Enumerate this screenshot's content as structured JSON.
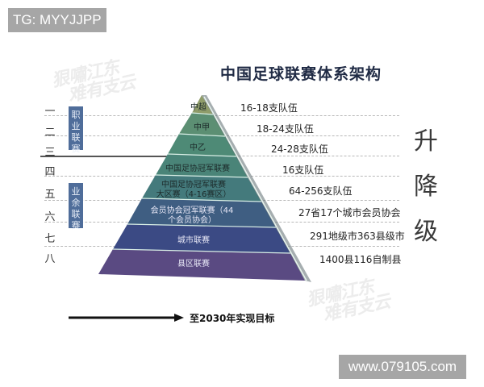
{
  "corner_tags": {
    "top_left": "TG: MYYJJPP",
    "bottom_right": "www.079105.com"
  },
  "watermark": {
    "line1": "狠嘯江东",
    "line2": "难有支云"
  },
  "diagram": {
    "title": "中国足球联赛体系架构",
    "level_numbers": [
      "一",
      "二",
      "三",
      "四",
      "五",
      "六",
      "七",
      "八"
    ],
    "categories": [
      {
        "label": "职业联赛",
        "color": "#4f6d9a"
      },
      {
        "label": "业余联赛",
        "color": "#4f6d9a"
      }
    ],
    "tiers": [
      {
        "level": "一",
        "name": "中超",
        "teams": "16-18支队伍",
        "color": "#8f9c6a"
      },
      {
        "level": "二",
        "name": "中甲",
        "teams": "18-24支队伍",
        "color": "#5c8f73"
      },
      {
        "level": "三",
        "name": "中乙",
        "teams": "24-28支队伍",
        "color": "#4e8a76"
      },
      {
        "level": "四",
        "name": "中国足协冠军联赛",
        "teams": "16支队伍",
        "color": "#4a8478"
      },
      {
        "level": "五",
        "name": "中国足协冠军联赛大区赛（4-16赛区）",
        "name_line1": "中国足协冠军联赛",
        "name_line2": "大区赛（4-16赛区）",
        "teams": "64-256支队伍",
        "color": "#447a7c"
      },
      {
        "level": "六",
        "name": "会员协会冠军联赛（44个会员协会）",
        "name_line1": "会员协会冠军联赛（44",
        "name_line2": "个会员协会）",
        "teams": "27省17个城市会员协会",
        "color": "#3f5e82"
      },
      {
        "level": "七",
        "name": "城市联赛",
        "teams": "291地级市363县级市",
        "color": "#3b4a84"
      },
      {
        "level": "八",
        "name": "县区联赛",
        "teams": "1400县116自制县",
        "color": "#5a4a82"
      }
    ],
    "side_label": [
      "升",
      "降",
      "级"
    ],
    "goal_arrow_label": "至2030年实现目标"
  }
}
